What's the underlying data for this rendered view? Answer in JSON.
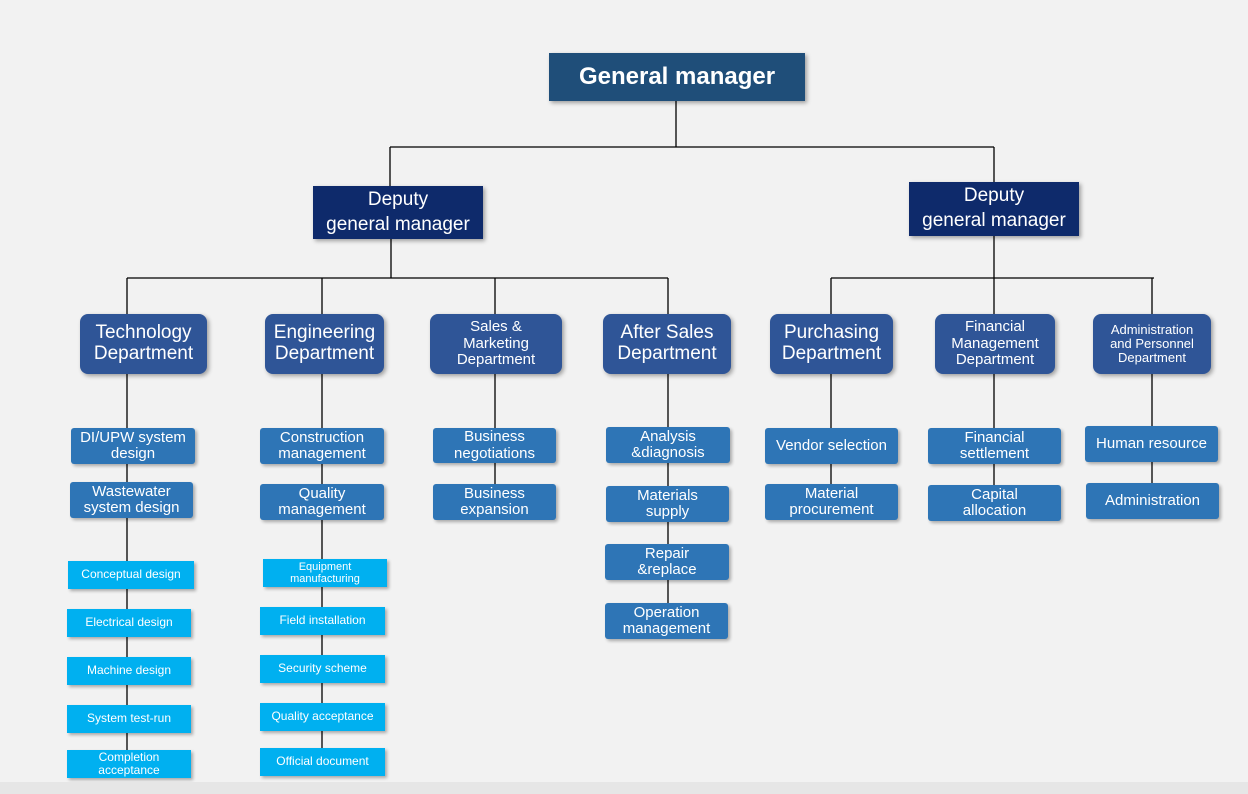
{
  "general_manager": "General manager",
  "deputies": [
    "Deputy\ngeneral manager",
    "Deputy\ngeneral manager"
  ],
  "departments": [
    "Technology\nDepartment",
    "Engineering\nDepartment",
    "Sales &\nMarketing\nDepartment",
    "After Sales\nDepartment",
    "Purchasing\nDepartment",
    "Financial\nManagement\nDepartment",
    "Administration\nand Personnel\nDepartment"
  ],
  "technology": {
    "subs": [
      "DI/UPW system\ndesign",
      "Wastewater\nsystem design"
    ],
    "subsubs": [
      "Conceptual design",
      "Electrical design",
      "Machine design",
      "System test-run",
      "Completion\nacceptance"
    ]
  },
  "engineering": {
    "subs": [
      "Construction\nmanagement",
      "Quality\nmanagement"
    ],
    "subsubs": [
      "Equipment\nmanufacturing",
      "Field installation",
      "Security scheme",
      "Quality acceptance",
      "Official  document"
    ]
  },
  "sales": {
    "subs": [
      "Business\nnegotiations",
      "Business\nexpansion"
    ]
  },
  "after_sales": {
    "subs": [
      "Analysis\n&diagnosis",
      "Materials\nsupply",
      "Repair\n&replace",
      "Operation\nmanagement"
    ]
  },
  "purchasing": {
    "subs": [
      "Vendor selection",
      "Material\nprocurement"
    ]
  },
  "financial": {
    "subs": [
      "Financial\nsettlement",
      "Capital\nallocation"
    ]
  },
  "administration": {
    "subs": [
      "Human resource",
      "Administration"
    ]
  },
  "colors": {
    "background": "#f2f2f2",
    "general_manager": "#1f4e79",
    "deputy": "#0e2a6b",
    "department": "#2f5597",
    "sub": "#2e75b6",
    "subsub": "#00b0f0",
    "connector": "#000000"
  }
}
